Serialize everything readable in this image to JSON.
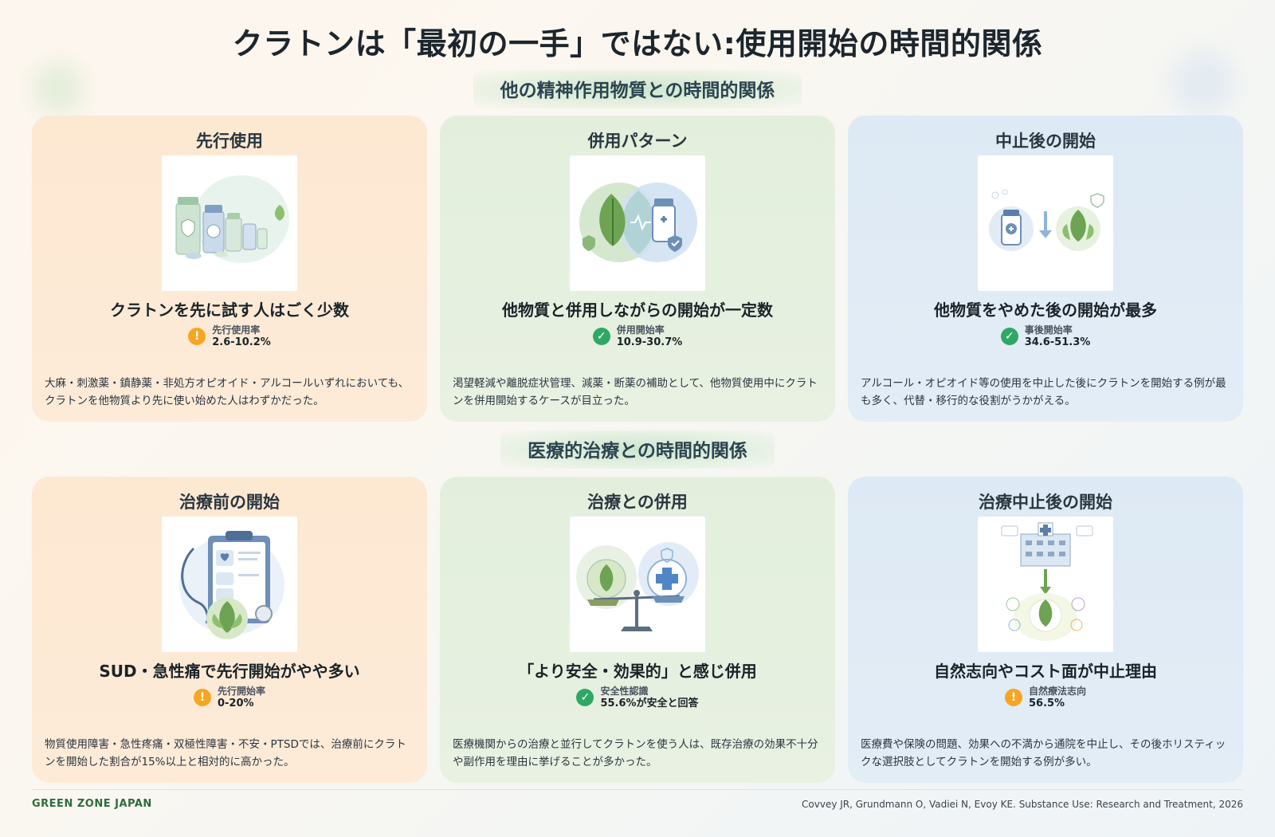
{
  "title": "クラトンは「最初の一手」ではない:使用開始の時間的関係",
  "sections": [
    {
      "title": "他の精神作用物質との時間的関係",
      "cards": [
        {
          "title": "先行使用",
          "headline": "クラトンを先に試す人はごく少数",
          "stat_label": "先行使用率",
          "stat_value": "2.6-10.2%",
          "badge": "!",
          "description": "大麻・刺激薬・鎮静薬・非処方オピオイド・アルコールいずれにおいても、クラトンを他物質より先に使い始めた人はわずかだった。"
        },
        {
          "title": "併用パターン",
          "headline": "他物質と併用しながらの開始が一定数",
          "stat_label": "併用開始率",
          "stat_value": "10.9-30.7%",
          "badge": "✓",
          "description": "渇望軽減や離脱症状管理、減薬・断薬の補助として、他物質使用中にクラトンを併用開始するケースが目立った。"
        },
        {
          "title": "中止後の開始",
          "headline": "他物質をやめた後の開始が最多",
          "stat_label": "事後開始率",
          "stat_value": "34.6-51.3%",
          "badge": "✓",
          "description": "アルコール・オピオイド等の使用を中止した後にクラトンを開始する例が最も多く、代替・移行的な役割がうかがえる。"
        }
      ]
    },
    {
      "title": "医療的治療との時間的関係",
      "cards": [
        {
          "title": "治療前の開始",
          "headline": "SUD・急性痛で先行開始がやや多い",
          "stat_label": "先行開始率",
          "stat_value": "0-20%",
          "badge": "!",
          "description": "物質使用障害・急性疼痛・双極性障害・不安・PTSDでは、治療前にクラトンを開始した割合が15%以上と相対的に高かった。"
        },
        {
          "title": "治療との併用",
          "headline": "「より安全・効果的」と感じ併用",
          "stat_label": "安全性認識",
          "stat_value": "55.6%が安全と回答",
          "badge": "✓",
          "description": "医療機関からの治療と並行してクラトンを使う人は、既存治療の効果不十分や副作用を理由に挙げることが多かった。"
        },
        {
          "title": "治療中止後の開始",
          "headline": "自然志向やコスト面が中止理由",
          "stat_label": "自然療法志向",
          "stat_value": "56.5%",
          "badge": "!",
          "description": "医療費や保険の問題、効果への不満から通院を中止し、その後ホリスティックな選択肢としてクラトンを開始する例が多い。"
        }
      ]
    }
  ],
  "footer": {
    "brand": "GREEN ZONE JAPAN",
    "citation": "Covvey JR, Grundmann O, Vadiei N, Evoy KE. Substance Use: Research and Treatment, 2026"
  },
  "colors": {
    "warn_badge": "#f5a623",
    "ok_badge": "#2fa866",
    "brand_green": "#2e6b3c"
  }
}
